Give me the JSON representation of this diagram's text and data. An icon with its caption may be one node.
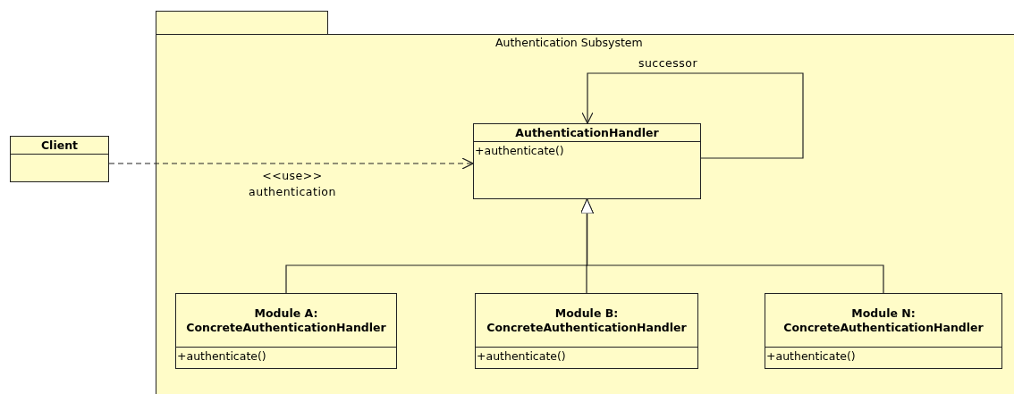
{
  "diagram": {
    "nodes": [
      {
        "text": [
          "Authentication Subsystem"
        ]
      },
      {
        "text": [
          "Client"
        ]
      },
      {
        "text": [
          "AuthenticationHandler",
          "+authenticate()"
        ],
        "in": 0
      },
      {
        "text": [
          "Module A: ConcreteAuthenticationHandler",
          "+authenticate()"
        ],
        "in": 0
      },
      {
        "text": [
          "Module B: ConcreteAuthenticationHandler",
          "+authenticate()"
        ],
        "in": 0
      },
      {
        "text": [
          "Module N: ConcreteAuthenticationHandler",
          "+authenticate()"
        ],
        "in": 0
      }
    ],
    "edges": [
      {
        "from": 1,
        "to": 2,
        "arrow": "to",
        "label": "<<use>> authentication",
        "style": "dashed"
      },
      {
        "from": 2,
        "to": 2,
        "arrow": "to",
        "label": "successor"
      },
      {
        "from": 3,
        "to": 2,
        "arrow": "to"
      },
      {
        "from": 4,
        "to": 2,
        "arrow": "to"
      },
      {
        "from": 5,
        "to": 2,
        "arrow": "to"
      }
    ]
  }
}
